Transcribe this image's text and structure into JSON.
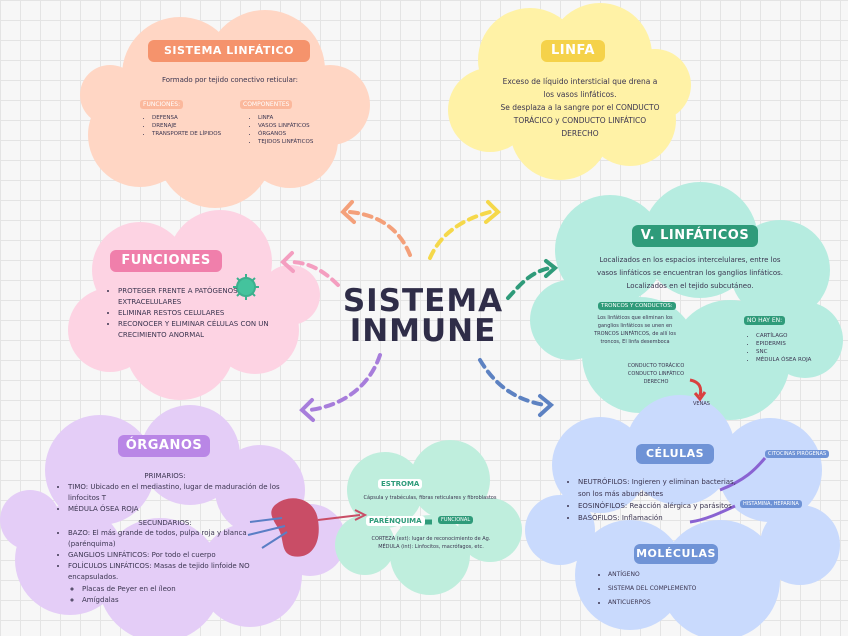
{
  "center": {
    "line1": "SISTEMA",
    "line2": "INMUNE"
  },
  "sistema_linfatico": {
    "title": "SISTEMA LINFÁTICO",
    "intro": "Formado por tejido conectivo reticular:",
    "funciones_label": "FUNCIONES:",
    "funciones": [
      "DEFENSA",
      "DRENAJE",
      "TRANSPORTE DE LÍPIDOS"
    ],
    "componentes_label": "COMPONENTES",
    "componentes": [
      "LINFA",
      "VASOS LINFÁTICOS",
      "ÓRGANOS",
      "TEJIDOS LINFÁTICOS"
    ]
  },
  "linfa": {
    "title": "LINFA",
    "lines": [
      "Exceso de líquido intersticial que drena a",
      "los vasos linfáticos.",
      "Se desplaza a la sangre por el CONDUCTO",
      "TORÁCICO y CONDUCTO LINFÁTICO",
      "DERECHO"
    ]
  },
  "funciones": {
    "title": "FUNCIONES",
    "items": [
      "PROTEGER FRENTE A PATÓGENOS EXTRACELULARES",
      "ELIMINAR RESTOS CELULARES",
      "RECONOCER Y ELIMINAR CÉLULAS CON UN CRECIMIENTO ANORMAL"
    ]
  },
  "vlinfaticos": {
    "title": "V. LINFÁTICOS",
    "lines": [
      "Localizados en los espacios intercelulares, entre los",
      "vasos linfáticos se encuentran los ganglios linfáticos.",
      "Localizados en el tejido subcutáneo."
    ],
    "troncos_label": "TRONCOS Y CONDUCTOS:",
    "troncos_text": "Los linfáticos que eliminan los ganglios linfáticos se unen en TRONCOS LINFÁTICOS, de allí los troncos, El linfa desemboca",
    "conducto_text": "CONDUCTO TORÁCICO CONDUCTO LINFÁTICO DERECHO",
    "venas": "VENAS",
    "no_hay_label": "NO HAY EN:",
    "no_hay": [
      "CARTÍLAGO",
      "EPIDERMIS",
      "SNC",
      "MÉDULA ÓSEA ROJA"
    ]
  },
  "organos": {
    "title": "ÓRGANOS",
    "primarios_label": "PRIMARIOS:",
    "primarios": [
      "TIMO: Ubicado en el mediastino, lugar de maduración de los linfocitos T",
      "MÉDULA ÓSEA ROJA"
    ],
    "secundarios_label": "SECUNDARIOS:",
    "secundarios": [
      "BAZO: El más grande de todos, pulpa roja y blanca (parénquima)",
      "GANGLIOS LINFÁTICOS: Por todo el cuerpo",
      "FOLÍCULOS LINFÁTICOS: Masas de tejido linfoide NO encapsulados."
    ],
    "sub": [
      "Placas de Peyer en el íleon",
      "Amígdalas"
    ]
  },
  "estroma": {
    "title": "ESTROMA",
    "text": "Cápsula y trabéculas, fibras reticulares y fibroblastos",
    "parenquima": "PARÉNQUIMA",
    "funcional": "FUNCIONAL",
    "corteza": "CORTEZA (ext): lugar de reconocimiento de Ag. MÉDULA (int): Linfocitos, macrófagos, etc."
  },
  "celulas": {
    "title": "CÉLULAS",
    "items": [
      "NEUTRÓFILOS: Ingieren y eliminan bacterias, son los más abundantes",
      "EOSINÓFILOS: Reacción alérgica y parásitos",
      "BASÓFILOS: Inflamación"
    ],
    "tag1": "CITOCINAS PIRÓGENAS",
    "tag2": "HISTAMINA, HEPARINA"
  },
  "moleculas": {
    "title": "MOLÉCULAS",
    "items": [
      "ANTÍGENO",
      "SISTEMA DEL COMPLEMENTO",
      "ANTICUERPOS"
    ]
  },
  "colors": {
    "peach": "#ffd5c2",
    "yellow": "#fff1a8",
    "pink": "#fdd3e3",
    "mint": "#b5ece0",
    "lavender": "#e3cdf7",
    "lightblue": "#c8dafc"
  }
}
